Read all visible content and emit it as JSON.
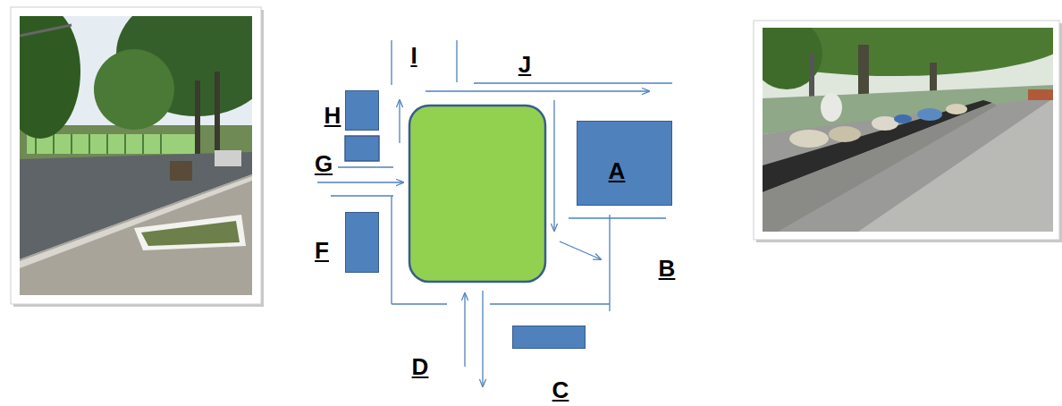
{
  "diagram": {
    "nodes": [
      {
        "text": [
          "H"
        ]
      },
      {
        "text": [
          "A"
        ]
      },
      {
        "text": [
          "F"
        ]
      },
      {
        "text": [
          "C"
        ]
      }
    ],
    "labels": [
      "I",
      "J",
      "G",
      "B",
      "D"
    ]
  }
}
